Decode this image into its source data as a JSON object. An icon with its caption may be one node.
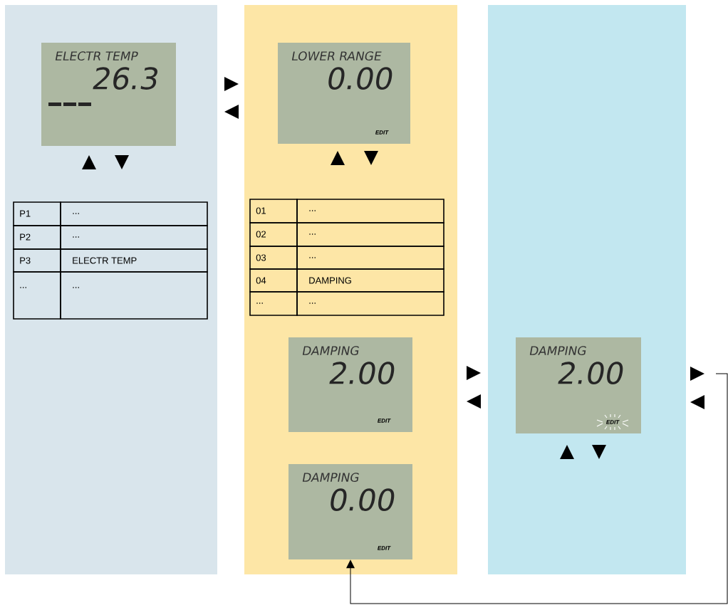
{
  "diagram": {
    "nodes": [
      {
        "text": [],
        "shape": "box"
      },
      {
        "text": [
          "ELECTR TEMP",
          "26.3"
        ],
        "in": 0
      },
      {
        "text": [],
        "shape": "box"
      },
      {
        "text": [
          "LOWER RANGE",
          "0.00",
          "EDIT"
        ],
        "in": 2
      },
      {
        "text": [
          "DAMPING",
          "2.00",
          "EDIT"
        ],
        "in": 2
      },
      {
        "text": [
          "DAMPING",
          "0.00",
          "EDIT"
        ],
        "in": 2
      },
      {
        "text": [],
        "shape": "box"
      },
      {
        "text": [
          "DAMPING",
          "2.00",
          "EDIT"
        ],
        "in": 6
      }
    ],
    "edges": [
      {
        "from": null,
        "to": 5,
        "arrow": "to"
      }
    ],
    "labels": [
      "P1",
      "...",
      "P2",
      "...",
      "P3",
      "ELECTR TEMP",
      "...",
      "...",
      "01",
      "...",
      "02",
      "...",
      "03",
      "...",
      "04",
      "DAMPING",
      "...",
      "..."
    ]
  }
}
